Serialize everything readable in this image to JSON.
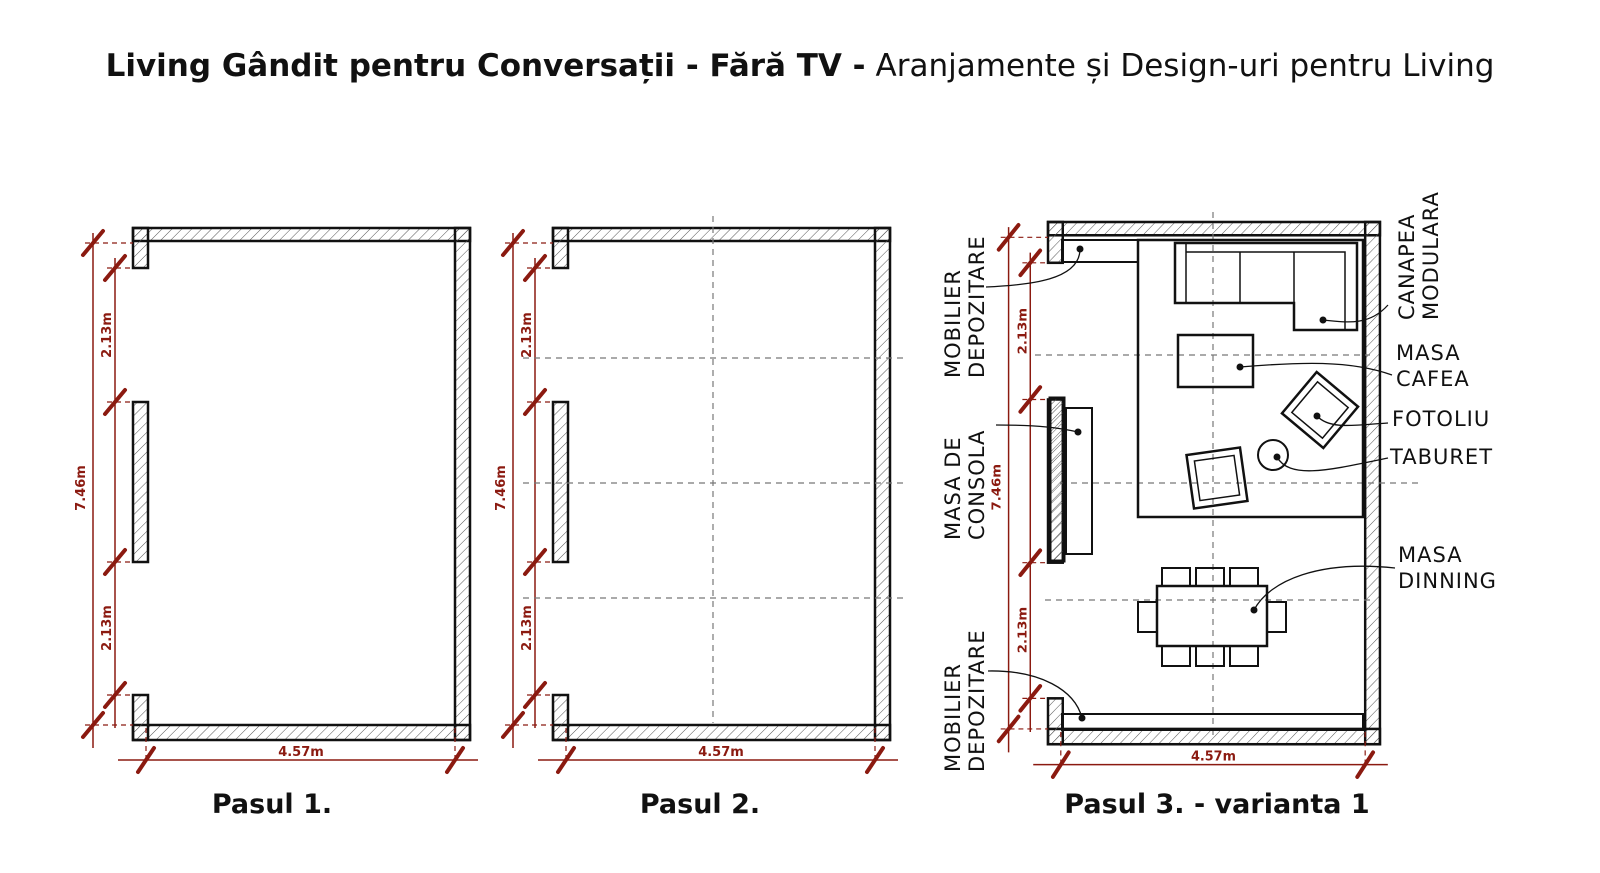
{
  "title": {
    "bold": "Living Gândit pentru Conversații - Fără TV -",
    "rest": "Aranjamente și Design-uri pentru Living"
  },
  "steps": [
    "Pasul 1.",
    "Pasul 2.",
    "Pasul 3. - varianta 1"
  ],
  "dimensions": {
    "total_height": "7.46m",
    "segment": "2.13m",
    "width": "4.57m"
  },
  "labels": {
    "storage_top": [
      "MOBILIER",
      "DEPOZITARE"
    ],
    "console": [
      "MASA DE",
      "CONSOLA"
    ],
    "storage_bottom": [
      "MOBILIER",
      "DEPOZITARE"
    ],
    "sofa": [
      "CANAPEA",
      "MODULARA"
    ],
    "coffee_table": [
      "MASA",
      "CAFEA"
    ],
    "armchair": "FOTOLIU",
    "stool": "TABURET",
    "dining": [
      "MASA",
      "DINNING"
    ]
  },
  "colors": {
    "dimension": "#8b1a10",
    "wall": "#111111"
  }
}
